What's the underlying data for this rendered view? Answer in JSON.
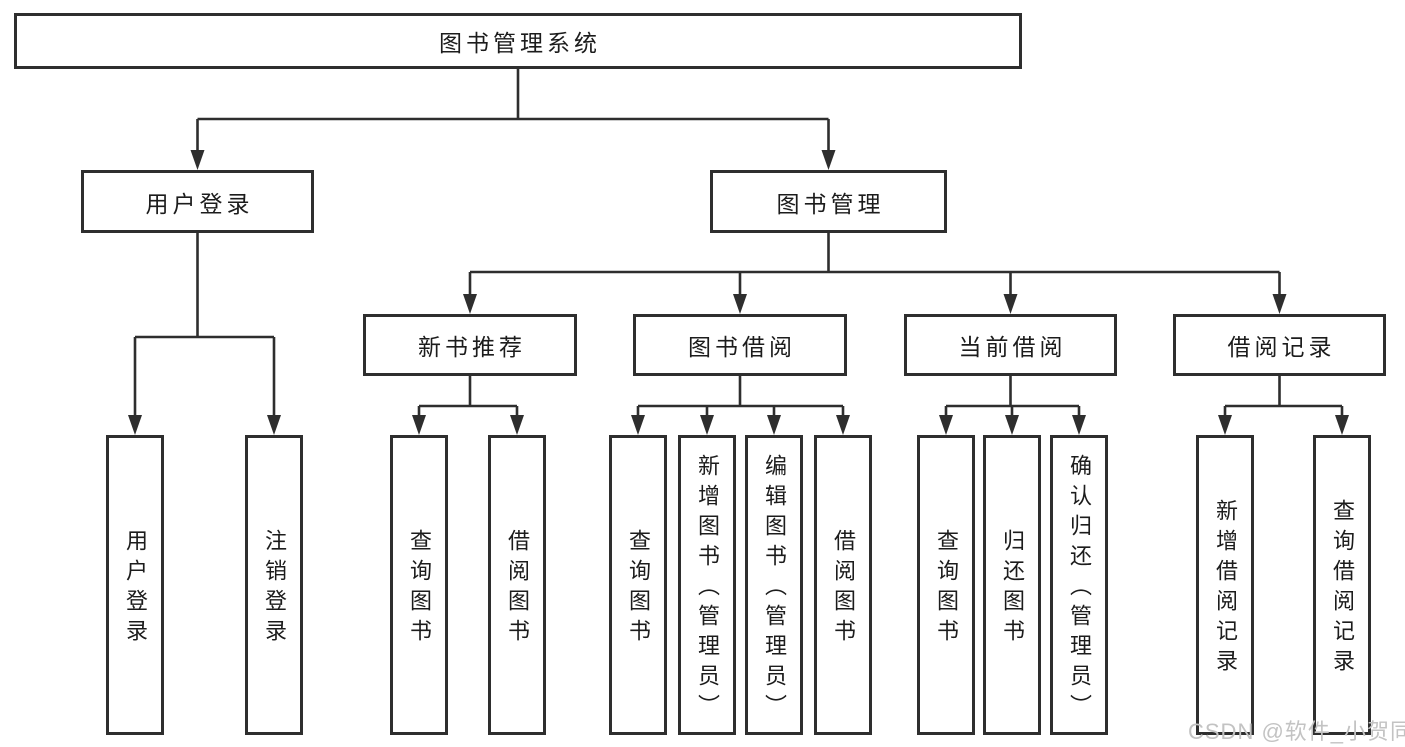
{
  "colors": {
    "line": "#2e2e2e",
    "box_border": "#2e2e2e",
    "text": "#1c1c1c",
    "background": "#ffffff",
    "watermark": "#c3c3c3"
  },
  "tree": {
    "root": {
      "label": "图书管理系统",
      "children": [
        {
          "label": "用户登录",
          "children": [
            {
              "label": "用户登录"
            },
            {
              "label": "注销登录"
            }
          ]
        },
        {
          "label": "图书管理",
          "children": [
            {
              "label": "新书推荐",
              "children": [
                {
                  "label": "查询图书"
                },
                {
                  "label": "借阅图书"
                }
              ]
            },
            {
              "label": "图书借阅",
              "children": [
                {
                  "label": "查询图书"
                },
                {
                  "label": "新增图书（管理员）"
                },
                {
                  "label": "编辑图书（管理员）"
                },
                {
                  "label": "借阅图书"
                }
              ]
            },
            {
              "label": "当前借阅",
              "children": [
                {
                  "label": "查询图书"
                },
                {
                  "label": "归还图书"
                },
                {
                  "label": "确认归还（管理员）"
                }
              ]
            },
            {
              "label": "借阅记录",
              "children": [
                {
                  "label": "新增借阅记录"
                },
                {
                  "label": "查询借阅记录"
                }
              ]
            }
          ]
        }
      ]
    }
  },
  "watermark": {
    "text": "CSDN @软件_小贺同学"
  }
}
